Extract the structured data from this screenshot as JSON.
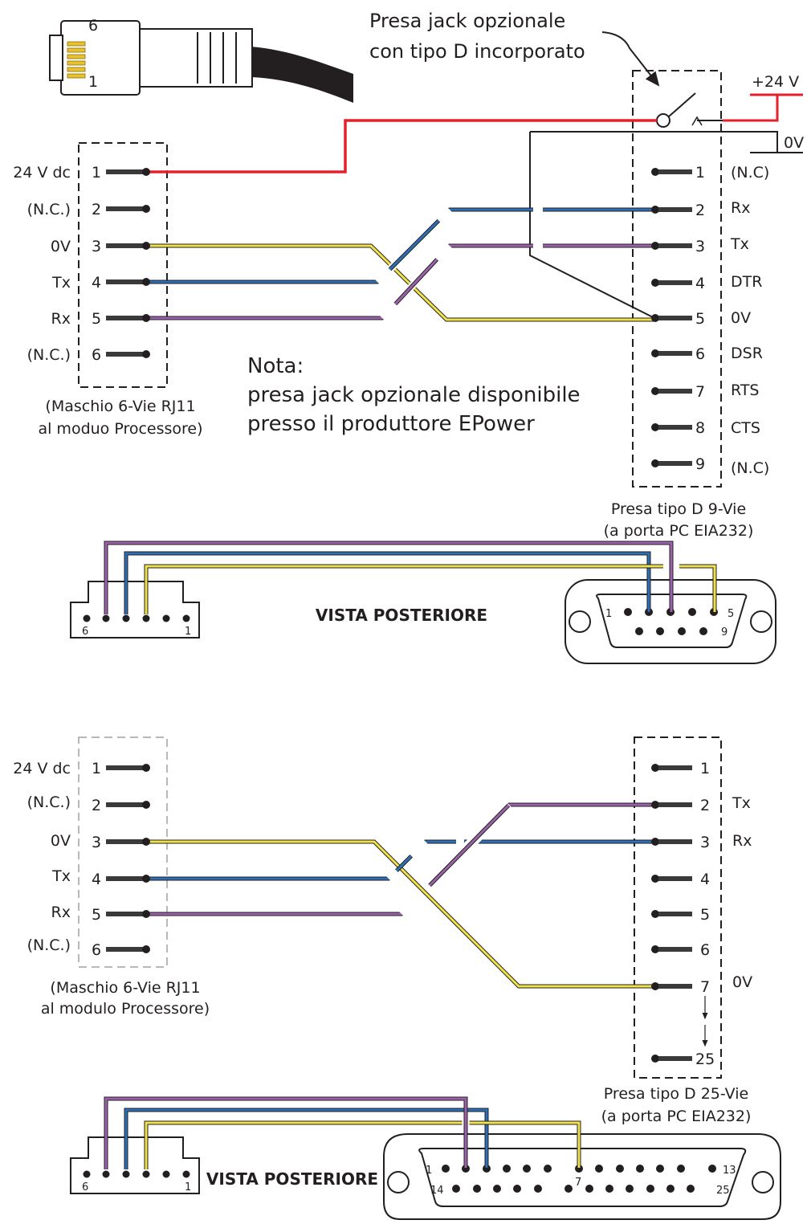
{
  "jack_note": [
    "Presa jack opzionale",
    "con tipo D incorporato"
  ],
  "plug_pins": [
    "6",
    "1"
  ],
  "supply": {
    "plus": "+24 V",
    "zero": "0V"
  },
  "nota": [
    "Nota:",
    "presa jack opzionale disponibile",
    "presso il produttore EPower"
  ],
  "rear_view": "VISTA POSTERIORE",
  "rj11": {
    "signals": [
      "24 V dc",
      "(N.C.)",
      "0V",
      "Tx",
      "Rx",
      "(N.C.)"
    ],
    "pins": [
      "1",
      "2",
      "3",
      "4",
      "5",
      "6"
    ],
    "caption_top": [
      "(Maschio 6-Vie RJ11",
      "al moduo Processore)"
    ],
    "caption_bottom": [
      "(Maschio 6-Vie RJ11",
      "al modulo Processore)"
    ],
    "end_labels": [
      "6",
      "1"
    ]
  },
  "d9": {
    "pins": [
      "1",
      "2",
      "3",
      "4",
      "5",
      "6",
      "7",
      "8",
      "9"
    ],
    "signals": [
      "(N.C)",
      "Rx",
      "Tx",
      "DTR",
      "0V",
      "DSR",
      "RTS",
      "CTS",
      "(N.C)"
    ],
    "caption": [
      "Presa tipo D 9-Vie",
      "(a porta PC EIA232)"
    ],
    "face_labels": [
      "1",
      "5",
      "9"
    ]
  },
  "d25": {
    "pins": [
      "1",
      "2",
      "3",
      "4",
      "5",
      "6",
      "7",
      "25"
    ],
    "signals": [
      "Tx",
      "Rx",
      "0V"
    ],
    "caption": [
      "Presa tipo D 25-Vie",
      "(a porta PC EIA232)"
    ],
    "face_labels": [
      "1",
      "13",
      "14",
      "25",
      "7"
    ]
  },
  "colors": {
    "supply": "#e4202b",
    "tx": "#2e6eb5",
    "rx": "#9a62a8",
    "zero": "#f0e24a",
    "line": "#231f20"
  }
}
